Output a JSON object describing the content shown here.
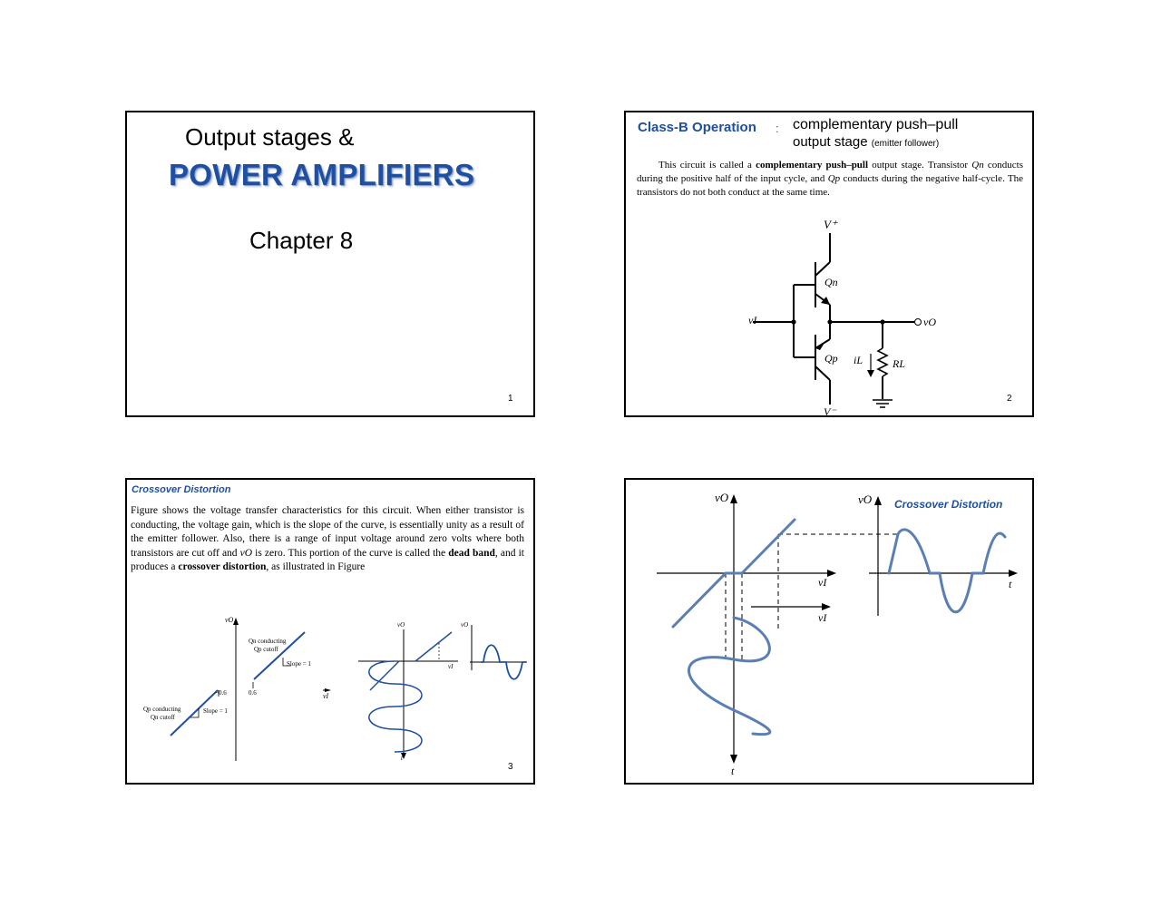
{
  "slides": [
    {
      "title_line1": "Output stages  &",
      "title_line2": "POWER AMPLIFIERS",
      "chapter": "Chapter 8",
      "page": "1"
    },
    {
      "heading": "Class-B Operation",
      "heading_sep": ":",
      "subtitle_line1": "complementary push–pull",
      "subtitle_line2": "output stage",
      "subtitle_note": "(emitter follower)",
      "para_a": "This circuit is called a ",
      "para_b": "complementary push–pull",
      "para_c": " output stage. Transistor ",
      "para_d": "Qn",
      "para_e": " conducts during the positive half of the input cycle, and ",
      "para_f": "Qp",
      "para_g": " conducts during the negative half-cycle. The transistors do not both conduct at the same time.",
      "circuit": {
        "vplus": "V⁺",
        "vminus": "V⁻",
        "vin": "vI",
        "vout": "vO",
        "qn": "Qn",
        "qp": "Qp",
        "il": "iL",
        "rl": "RL"
      },
      "page": "2"
    },
    {
      "heading": "Crossover Distortion",
      "p1": "Figure       shows the voltage transfer characteristics for this circuit. When either transistor is conducting, the voltage gain, which is the slope of the curve, is essentially unity as a result of the emitter follower. Also, there is a range of input voltage around zero volts where both transistors are cut off and ",
      "p1_var": "vO",
      "p2": " is zero. This portion of the curve is called the ",
      "p2_bold": "dead band",
      "p3": ", and it produces a ",
      "p3_bold": "crossover distortion",
      "p4": ", as illustrated in Figure",
      "vtc": {
        "vo": "vO",
        "qn_cond": "Qn conducting",
        "qp_cut": "Qp cutoff",
        "slope_top": "Slope = 1",
        "qp_cond": "Qp conducting",
        "qn_cut": "Qn cutoff",
        "slope_bot": "Slope = 1",
        "neg06": "−0.6",
        "pos06": "0.6",
        "vi": "vI"
      },
      "mini": {
        "vo1": "vO",
        "vo2": "vO",
        "vi": "vI",
        "t": "t"
      },
      "page": "3"
    },
    {
      "vo_left": "vO",
      "vo_right": "vO",
      "title": "Crossover Distortion",
      "vi_1": "vI",
      "vi_2": "vI",
      "t_axis": "t",
      "t_bottom": "t"
    }
  ],
  "colors": {
    "accent_blue": "#1f4fa0",
    "curve_blue": "#5b7fb5"
  }
}
